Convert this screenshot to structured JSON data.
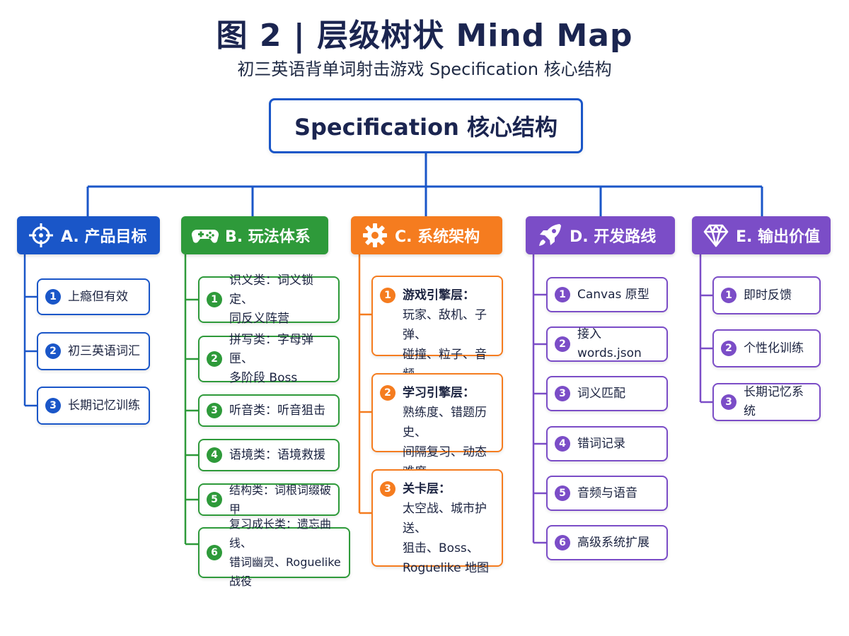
{
  "header": {
    "title": "图 2 | 层级树状 Mind Map",
    "subtitle": "初三英语背单词射击游戏 Specification 核心结构"
  },
  "root": {
    "label": "Specification 核心结构"
  },
  "colors": {
    "blue": "#1a56c8",
    "green": "#2e9a3a",
    "orange": "#f57c1f",
    "purple": "#7b4dc7",
    "connector": "#1a56c8"
  },
  "categories": [
    {
      "label": "A. 产品目标",
      "icon": "crosshair-icon",
      "items": [
        {
          "num": "1",
          "text": "上瘾但有效"
        },
        {
          "num": "2",
          "text": "初三英语词汇"
        },
        {
          "num": "3",
          "text": "长期记忆训练"
        }
      ]
    },
    {
      "label": "B. 玩法体系",
      "icon": "gamepad-icon",
      "items": [
        {
          "num": "1",
          "text": "识义类：词义锁定、\n同反义阵营"
        },
        {
          "num": "2",
          "text": "拼写类：字母弹匣、\n多阶段 Boss"
        },
        {
          "num": "3",
          "text": "听音类：听音狙击"
        },
        {
          "num": "4",
          "text": "语境类：语境救援"
        },
        {
          "num": "5",
          "text": "结构类：词根词缀破甲"
        },
        {
          "num": "6",
          "text": "复习成长类：遗忘曲线、\n错词幽灵、Roguelike 战役"
        }
      ]
    },
    {
      "label": "C. 系统架构",
      "icon": "gear-icon",
      "items": [
        {
          "num": "1",
          "head": "游戏引擎层：",
          "text": "玩家、敌机、子弹、\n碰撞、粒子、音频"
        },
        {
          "num": "2",
          "head": "学习引擎层：",
          "text": "熟练度、错题历史、\n间隔复习、动态难度"
        },
        {
          "num": "3",
          "head": "关卡层：",
          "text": "太空战、城市护送、\n狙击、Boss、\nRoguelike 地图"
        }
      ]
    },
    {
      "label": "D. 开发路线",
      "icon": "rocket-icon",
      "items": [
        {
          "num": "1",
          "text": "Canvas 原型"
        },
        {
          "num": "2",
          "text": "接入 words.json"
        },
        {
          "num": "3",
          "text": "词义匹配"
        },
        {
          "num": "4",
          "text": "错词记录"
        },
        {
          "num": "5",
          "text": "音频与语音"
        },
        {
          "num": "6",
          "text": "高级系统扩展"
        }
      ]
    },
    {
      "label": "E. 输出价值",
      "icon": "diamond-icon",
      "items": [
        {
          "num": "1",
          "text": "即时反馈"
        },
        {
          "num": "2",
          "text": "个性化训练"
        },
        {
          "num": "3",
          "text": "长期记忆系统"
        }
      ]
    }
  ]
}
